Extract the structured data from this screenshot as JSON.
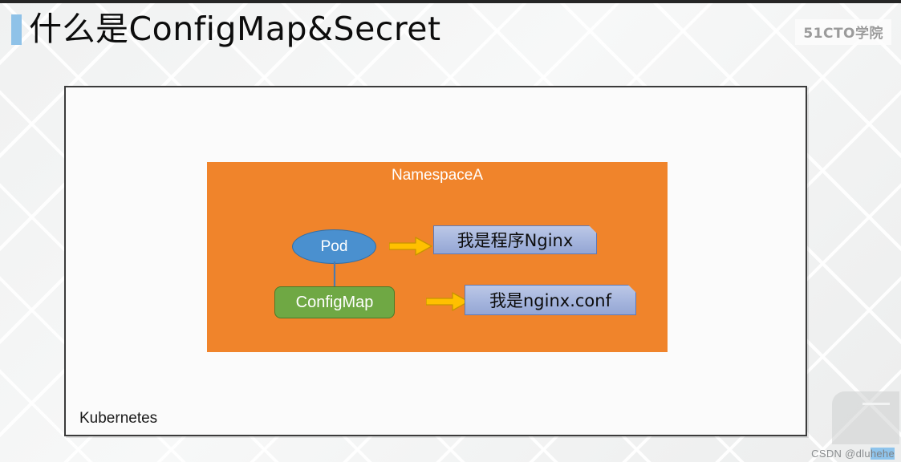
{
  "slide": {
    "title": "什么是ConfigMap&Secret",
    "brand_logo": "51CTO学院",
    "accent_color": "#8fc2e8"
  },
  "panel": {
    "label": "Kubernetes",
    "border_color": "#3b3b3b",
    "background": "#fbfbfb"
  },
  "diagram": {
    "namespace": {
      "title": "NamespaceA",
      "fill": "#f0842b",
      "text_color": "#ffffff"
    },
    "nodes": [
      {
        "id": "pod",
        "label": "Pod",
        "shape": "ellipse",
        "fill": "#4a90cf",
        "border": "#2f6ea8",
        "text_color": "#ffffff"
      },
      {
        "id": "configmap",
        "label": "ConfigMap",
        "shape": "rounded-rect",
        "fill": "#6fa844",
        "border": "#4a7a2a",
        "text_color": "#ffffff"
      }
    ],
    "callouts": [
      {
        "id": "nginx",
        "label": "我是程序Nginx",
        "fill": "#a9b8df",
        "border": "#5f7ab8",
        "text_color": "#0d0d0d"
      },
      {
        "id": "conf",
        "label": "我是nginx.conf",
        "fill": "#a9b8df",
        "border": "#5f7ab8",
        "text_color": "#0d0d0d"
      }
    ],
    "arrows": [
      {
        "id": "pod-to-nginx",
        "kind": "block-arrow",
        "direction": "right",
        "fill": "#ffc000",
        "stroke": "#c79400"
      },
      {
        "id": "configmap-to-conf",
        "kind": "block-arrow",
        "direction": "right",
        "fill": "#ffc000",
        "stroke": "#c79400"
      },
      {
        "id": "pod-to-configmap",
        "kind": "connector",
        "direction": "down",
        "stroke": "#4a7aae"
      }
    ]
  },
  "watermark": {
    "prefix": "CSDN @dlu",
    "selected": "hehe",
    "color": "#8a8d8f",
    "selection_color": "#8ec4ec"
  }
}
